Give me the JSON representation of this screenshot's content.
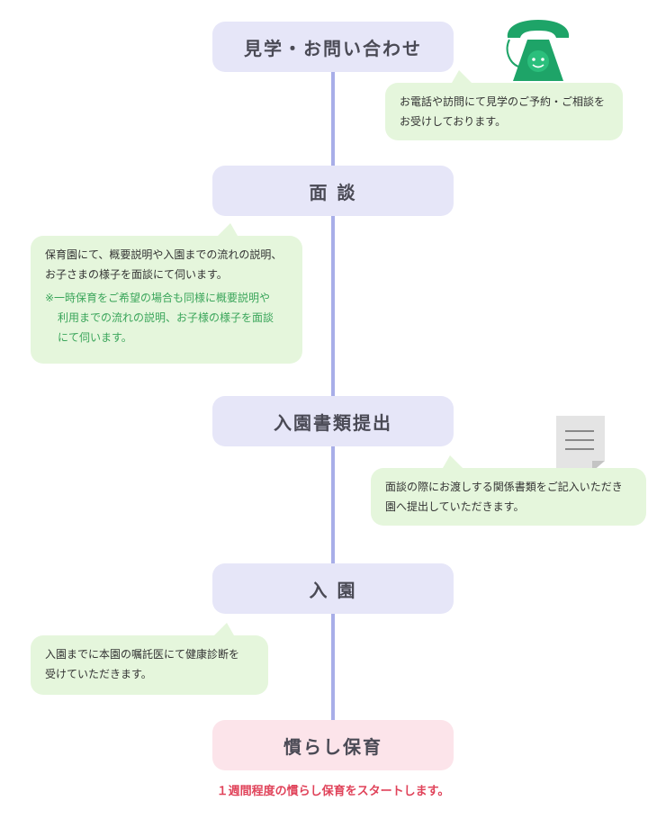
{
  "steps": [
    {
      "label": "見学・お問い合わせ"
    },
    {
      "label": "面 談"
    },
    {
      "label": "入園書類提出"
    },
    {
      "label": "入 園"
    },
    {
      "label": "慣らし保育"
    }
  ],
  "bubbles": {
    "visit": "お電話や訪問にて見学のご予約・ご相談を\nお受けしております。",
    "interview": "保育園にて、概要説明や入園までの流れの説明、\nお子さまの様子を面談にて伺います。",
    "interview_note": "※一時保育をご希望の場合も同様に概要説明や\n利用までの流れの説明、お子様の様子を面談\nにて伺います。",
    "documents": "面談の際にお渡しする関係書類をご記入いただき\n園へ提出していただきます。",
    "admission": "入園までに本園の嘱託医にて健康診断を\n受けていただきます。"
  },
  "final_note": "１週間程度の慣らし保育をスタートします。",
  "icons": {
    "phone": "phone-icon",
    "document": "document-icon"
  },
  "colors": {
    "step": "#e6e6f8",
    "step_final": "#fce4ea",
    "bubble": "#e5f6dc",
    "line": "#a8aee8",
    "accent": "#e0435a",
    "note": "#3aa55a",
    "phone": "#1ea468"
  }
}
